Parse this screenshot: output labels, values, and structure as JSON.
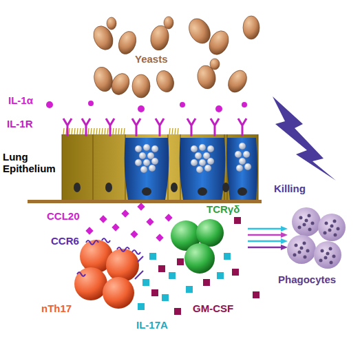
{
  "diagram": {
    "labels": [
      "Yeasts",
      "IL-1α",
      "IL-1R",
      "Lung Epithelium",
      "Killing",
      "CCL20",
      "CCR6",
      "TCRγδ",
      "nTh17",
      "Phagocytes",
      "GM-CSF",
      "IL-17A"
    ]
  }
}
